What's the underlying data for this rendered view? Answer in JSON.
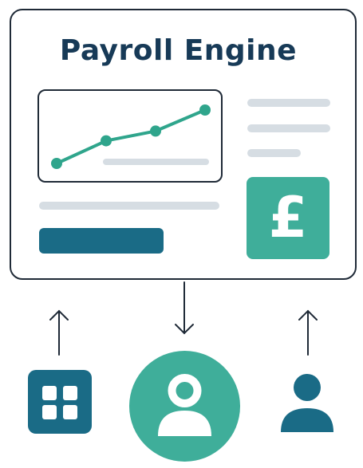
{
  "title": "Payroll Engine",
  "currency_symbol": "£",
  "chart_data": {
    "type": "line",
    "x": [
      1,
      2,
      3,
      4
    ],
    "values": [
      1.0,
      2.4,
      3.0,
      4.3
    ],
    "title": "",
    "xlabel": "",
    "ylabel": "",
    "grid": false,
    "color": "#2fa58c"
  },
  "colors": {
    "navy": "#173a57",
    "teal": "#3fae9a",
    "blue": "#1a6b86",
    "placeholder_line": "#d6dde3"
  },
  "icons": {
    "currency": "pound-sign-icon",
    "apps": "grid-icon",
    "central_user": "user-icon",
    "side_user": "person-icon",
    "arrows": [
      "arrow-up-icon",
      "arrow-down-icon",
      "arrow-up-icon"
    ]
  }
}
